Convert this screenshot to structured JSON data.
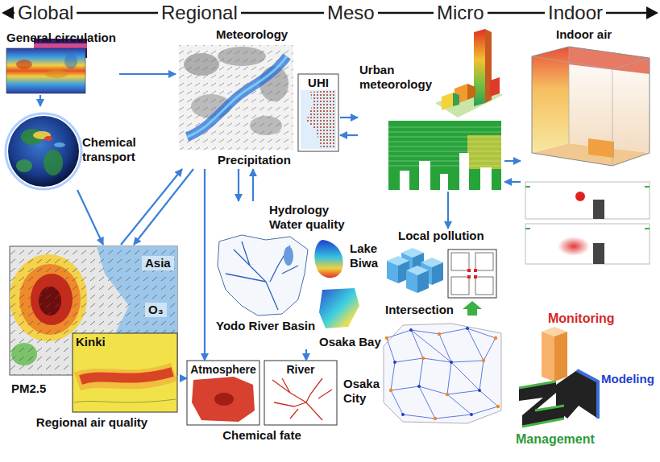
{
  "diagram": {
    "nodes": [
      {
        "text": [
          "General circulation"
        ]
      },
      {
        "text": [
          "Meteorology",
          "Precipitation"
        ]
      },
      {
        "text": [
          "UHI"
        ]
      },
      {
        "text": [
          "Urban meteorology"
        ]
      },
      {
        "text": [
          "Indoor air"
        ]
      },
      {
        "text": [
          "Chemical transport"
        ]
      },
      {
        "text": [
          "Hydrology Water quality",
          "Yodo River Basin"
        ]
      },
      {
        "text": [
          "Lake Biwa"
        ],
        "in": 6
      },
      {
        "text": [
          "Local pollution"
        ]
      },
      {
        "text": [
          "Intersection"
        ],
        "in": 8
      },
      {
        "text": [
          "Regional air quality"
        ]
      },
      {
        "text": [
          "Kinki"
        ],
        "in": 10
      },
      {
        "text": [
          "Osaka Bay"
        ],
        "in": 6
      },
      {
        "text": [
          "Chemical fate"
        ]
      },
      {
        "text": [
          "Atmosphere"
        ],
        "in": 13
      },
      {
        "text": [
          "River"
        ],
        "in": 13
      },
      {
        "text": [
          "Osaka City"
        ]
      }
    ],
    "edges": [
      {
        "from": 0,
        "to": 1,
        "arrow": "to"
      },
      {
        "from": 0,
        "to": 5,
        "arrow": "to"
      },
      {
        "from": 5,
        "to": 10,
        "arrow": "to"
      },
      {
        "from": 10,
        "to": 1,
        "arrow": "to"
      },
      {
        "from": 1,
        "to": 10,
        "arrow": "to"
      },
      {
        "from": 1,
        "to": 6,
        "arrow": "to"
      },
      {
        "from": 6,
        "to": 1,
        "arrow": "to"
      },
      {
        "from": 1,
        "to": 14,
        "arrow": "to"
      },
      {
        "from": 10,
        "to": 14,
        "arrow": "to"
      },
      {
        "from": 6,
        "to": 15,
        "arrow": "to"
      },
      {
        "from": 2,
        "to": 3,
        "arrow": "to"
      },
      {
        "from": 3,
        "to": 2,
        "arrow": "to"
      },
      {
        "from": 3,
        "to": 4,
        "arrow": "to"
      },
      {
        "from": 4,
        "to": 3,
        "arrow": "to"
      },
      {
        "from": 3,
        "to": 8,
        "arrow": "to"
      }
    ],
    "labels": [
      "Global",
      "Regional",
      "Meso",
      "Micro",
      "Indoor",
      "Asia",
      "O₃",
      "PM2.5",
      "Monitoring",
      "Modeling",
      "Management"
    ]
  }
}
